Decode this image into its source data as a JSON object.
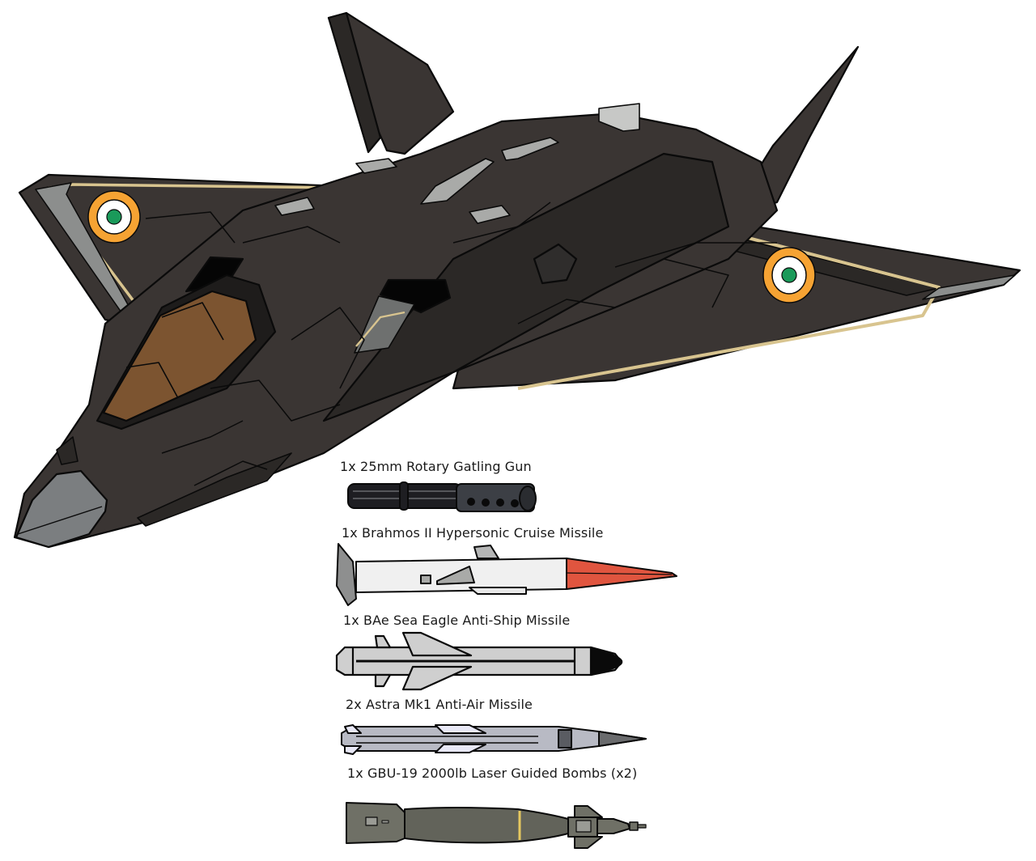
{
  "aircraft": {
    "colors": {
      "body": "#3a3533",
      "body_dark": "#2b2826",
      "outline": "#0a0a0a",
      "panel_light": "#a9aaa8",
      "canopy": "#7c5430",
      "nose": "#7b7e80",
      "trim": "#d8c48f",
      "roundel_outer": "#f6a333",
      "roundel_mid": "#ffffff",
      "roundel_inner": "#1a9a5a"
    }
  },
  "loadout": [
    {
      "label": "1x 25mm Rotary Gatling Gun",
      "icon": "gatling-gun-icon"
    },
    {
      "label": "1x Brahmos II Hypersonic Cruise Missile",
      "icon": "cruise-missile-icon"
    },
    {
      "label": "1x BAe Sea Eagle Anti-Ship Missile",
      "icon": "anti-ship-missile-icon"
    },
    {
      "label": "2x Astra Mk1 Anti-Air Missile",
      "icon": "air-to-air-missile-icon"
    },
    {
      "label": "1x GBU-19 2000lb Laser Guided Bombs (x2)",
      "icon": "guided-bomb-icon"
    }
  ]
}
